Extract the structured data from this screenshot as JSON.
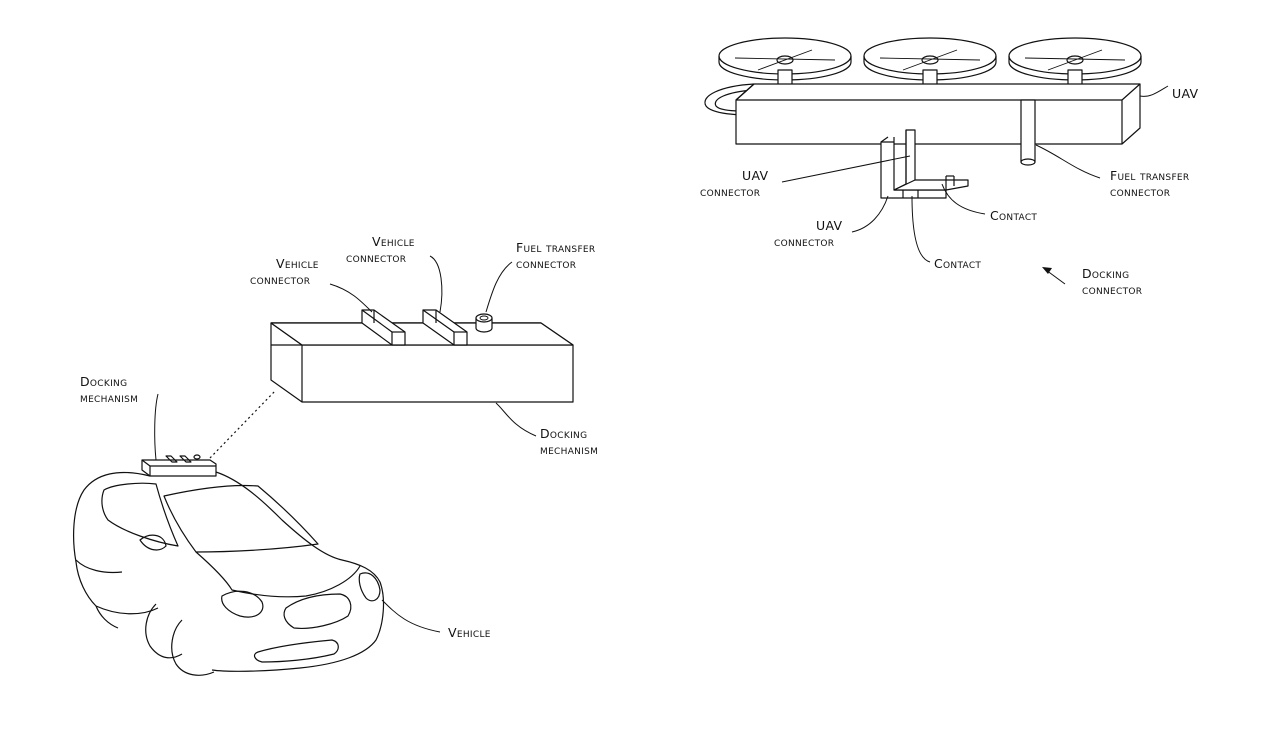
{
  "labels": {
    "vehicle_connector_left": [
      "Vehicle",
      "connector"
    ],
    "vehicle_connector_right": [
      "Vehicle",
      "connector"
    ],
    "fuel_transfer_connector_vehicle": [
      "Fuel transfer",
      "connector"
    ],
    "docking_mechanism_small": [
      "Docking",
      "mechanism"
    ],
    "docking_mechanism_large": [
      "Docking",
      "mechanism"
    ],
    "vehicle": "Vehicle",
    "uav": "UAV",
    "uav_connector_upper": [
      "UAV",
      "connector"
    ],
    "uav_connector_lower": [
      "UAV",
      "connector"
    ],
    "fuel_transfer_connector_uav": [
      "Fuel transfer",
      "connector"
    ],
    "contact_upper": "Contact",
    "contact_lower": "Contact",
    "docking_connector": [
      "Docking",
      "connector"
    ]
  }
}
